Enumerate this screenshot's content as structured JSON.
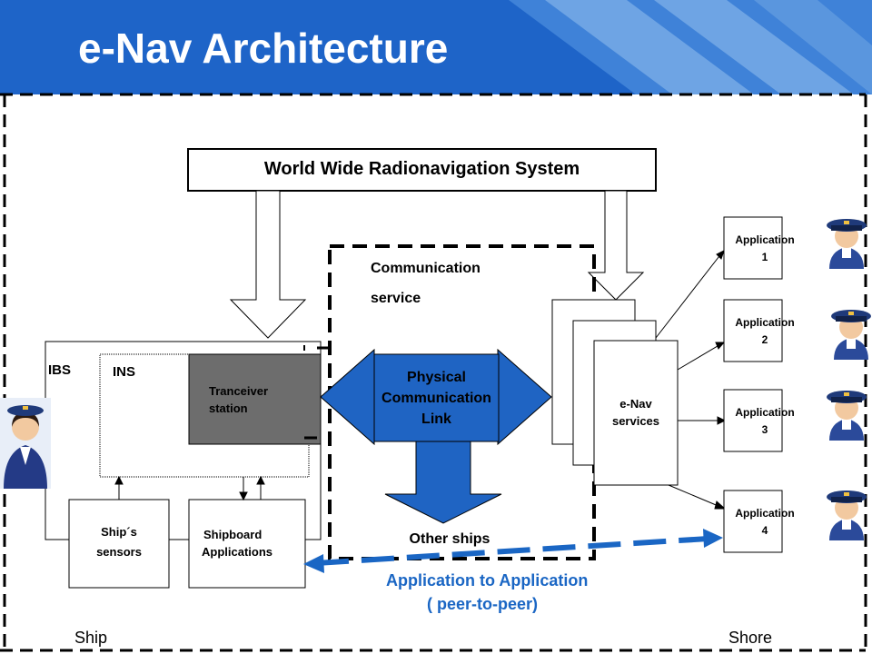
{
  "title": "e-Nav Architecture",
  "wwrs": "World Wide Radionavigation System",
  "comm_service_line1": "Communication",
  "comm_service_line2": "service",
  "ibs": "IBS",
  "ins": "INS",
  "transceiver_line1": "Tranceiver",
  "transceiver_line2": "station",
  "physical_line1": "Physical",
  "physical_line2": "Communication",
  "physical_line3": "Link",
  "other_ships": "Other ships",
  "enav_line1": "e-Nav",
  "enav_line2": "services",
  "ship_sensors_line1": "Ship´s",
  "ship_sensors_line2": "sensors",
  "shipboard_line1": "Shipboard",
  "shipboard_line2": "Applications",
  "applications": [
    {
      "line1": "Application",
      "line2": "1"
    },
    {
      "line1": "Application",
      "line2": "2"
    },
    {
      "line1": "Application",
      "line2": "3"
    },
    {
      "line1": "Application",
      "line2": "4"
    }
  ],
  "peer_line1": "Application to Application",
  "peer_line2": "( peer-to-peer)",
  "ship_label": "Ship",
  "shore_label": "Shore",
  "colors": {
    "header_blue": "#1e64c8",
    "arrow_blue": "#1f64c3",
    "peer_blue": "#1a66c4",
    "transceiver_gray": "#6d6d6d"
  }
}
